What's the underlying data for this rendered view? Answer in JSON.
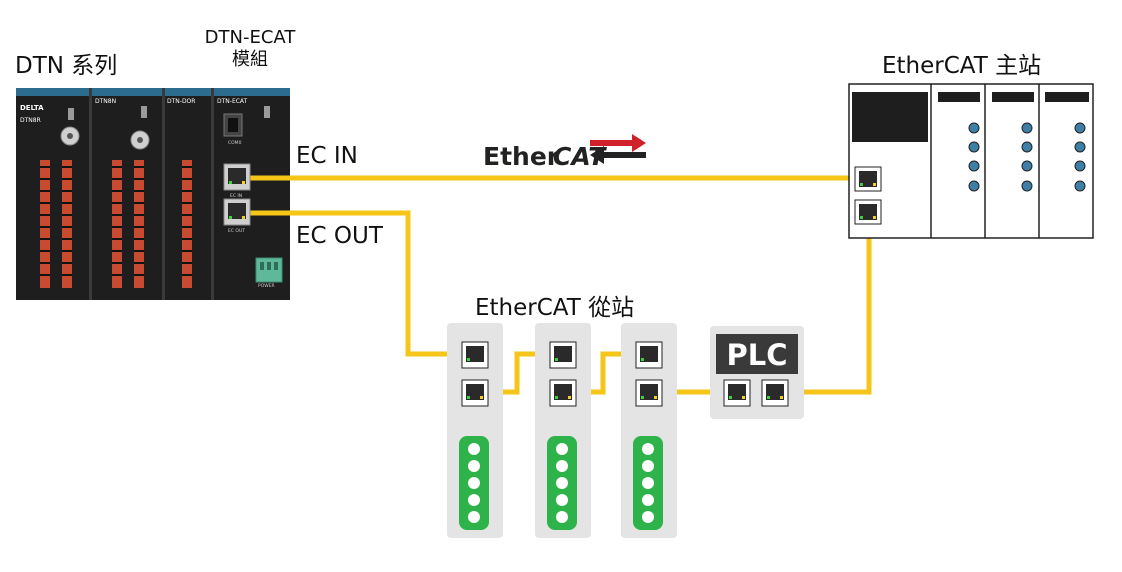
{
  "labels": {
    "dtn_series": "DTN 系列",
    "dtn_ecat_module_line1": "DTN-ECAT",
    "dtn_ecat_module_line2": "模組",
    "master": "EtherCAT 主站",
    "slave": "EtherCAT 從站",
    "ec_in": "EC IN",
    "ec_out": "EC OUT",
    "plc": "PLC",
    "ethercat_logo_left": "Ether",
    "ethercat_logo_right": "CAT"
  },
  "device_text": {
    "brand": "DELTA",
    "dtn8r": "DTN8R",
    "dtn8n": "DTN8N",
    "dtn_dor": "DTN-DOR",
    "dtn_ecat": "DTN-ECAT",
    "com0": "COM0",
    "ec_in_small": "EC IN",
    "ec_out_small": "EC OUT",
    "power": "POWER"
  },
  "colors": {
    "cable": "#f5c518",
    "device_dark": "#1e1e1e",
    "slave_body": "#e4e4e4",
    "led_green": "#2db34a",
    "port_green": "#3ecf3e",
    "port_yellow": "#f2d21a",
    "terminal_red": "#c84b31",
    "ethercat_red": "#d0202a",
    "rack_blue": "#2c6c8e",
    "master_led": "#3d7fa6"
  }
}
